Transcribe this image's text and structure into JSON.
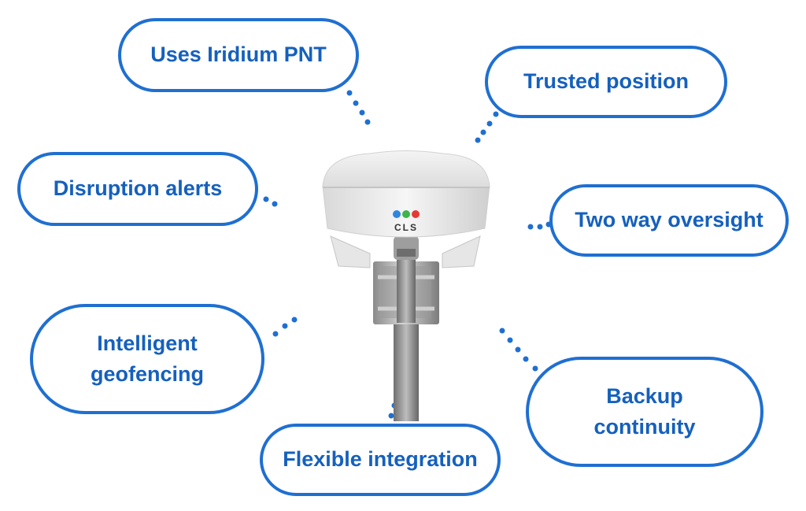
{
  "features": {
    "uses_iridium": "Uses Iridium PNT",
    "trusted_position": "Trusted position",
    "disruption_alerts": "Disruption alerts",
    "two_way": "Two way oversight",
    "intelligent_line1": "Intelligent",
    "intelligent_line2": "geofencing",
    "backup_line1": "Backup",
    "backup_line2": "continuity",
    "flexible": "Flexible integration"
  },
  "device": {
    "brand": "CLS",
    "logo_colors": [
      "#2e86de",
      "#3cb54a",
      "#e53935"
    ]
  },
  "colors": {
    "accent": "#1f6fd1",
    "text": "#1560bd",
    "dots": "#1f6fd1"
  }
}
